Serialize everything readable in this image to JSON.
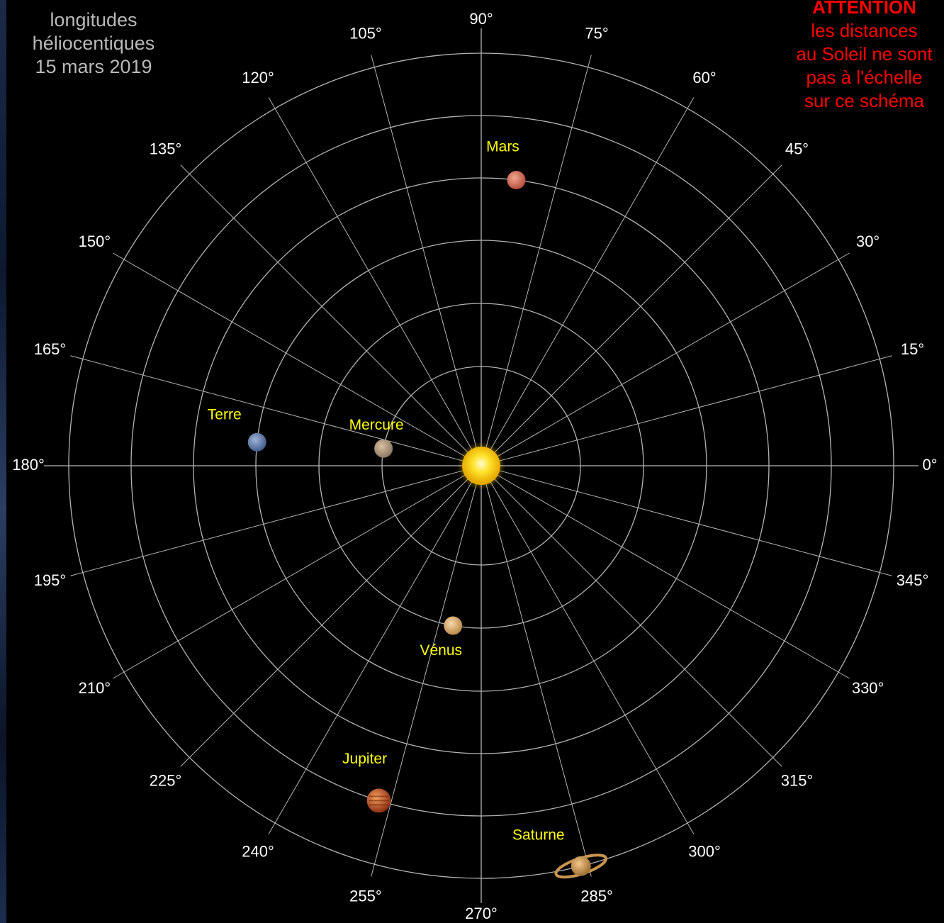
{
  "header": {
    "line1": "longitudes",
    "line2": "héliocentiques",
    "line3": "15 mars 2019"
  },
  "warning": {
    "title": "ATTENTION",
    "lines": [
      "les distances",
      "au Soleil ne sont",
      "pas à l'échelle",
      "sur ce schéma"
    ]
  },
  "angles": [
    {
      "deg": 0,
      "label": "0°"
    },
    {
      "deg": 15,
      "label": "15°"
    },
    {
      "deg": 30,
      "label": "30°"
    },
    {
      "deg": 45,
      "label": "45°"
    },
    {
      "deg": 60,
      "label": "60°"
    },
    {
      "deg": 75,
      "label": "75°"
    },
    {
      "deg": 90,
      "label": "90°"
    },
    {
      "deg": 105,
      "label": "105°"
    },
    {
      "deg": 120,
      "label": "120°"
    },
    {
      "deg": 135,
      "label": "135°"
    },
    {
      "deg": 150,
      "label": "150°"
    },
    {
      "deg": 165,
      "label": "165°"
    },
    {
      "deg": 180,
      "label": "180°"
    },
    {
      "deg": 195,
      "label": "195°"
    },
    {
      "deg": 210,
      "label": "210°"
    },
    {
      "deg": 225,
      "label": "225°"
    },
    {
      "deg": 240,
      "label": "240°"
    },
    {
      "deg": 255,
      "label": "255°"
    },
    {
      "deg": 270,
      "label": "270°"
    },
    {
      "deg": 285,
      "label": "285°"
    },
    {
      "deg": 300,
      "label": "300°"
    },
    {
      "deg": 315,
      "label": "315°"
    },
    {
      "deg": 330,
      "label": "330°"
    },
    {
      "deg": 345,
      "label": "345°"
    }
  ],
  "planets": [
    {
      "name": "Mercure",
      "longitude": 170,
      "orbit": 1,
      "icon": "mercury-icon",
      "colors": [
        "#d8c0a0",
        "#8a7560"
      ]
    },
    {
      "name": "Vénus",
      "longitude": 260,
      "orbit": 2,
      "icon": "venus-icon",
      "colors": [
        "#f6d9a8",
        "#b98548"
      ]
    },
    {
      "name": "Terre",
      "longitude": 174,
      "orbit": 3,
      "icon": "earth-icon",
      "colors": [
        "#9fb3d6",
        "#3f5a8c"
      ]
    },
    {
      "name": "Mars",
      "longitude": 83,
      "orbit": 4,
      "icon": "mars-icon",
      "colors": [
        "#f0a890",
        "#b5493a"
      ]
    },
    {
      "name": "Jupiter",
      "longitude": 253,
      "orbit": 5,
      "icon": "jupiter-icon",
      "colors": [
        "#f3a060",
        "#8a2a10"
      ]
    },
    {
      "name": "Saturne",
      "longitude": 284,
      "orbit": 6,
      "icon": "saturn-icon",
      "colors": [
        "#f4c88a",
        "#9a6a2e"
      ]
    }
  ],
  "colors": {
    "grid": "#b4b4b4",
    "angle_label": "#ffffff",
    "planet_label": "#ffff00",
    "warning": "#ff0000",
    "header": "#b9b9b9"
  }
}
